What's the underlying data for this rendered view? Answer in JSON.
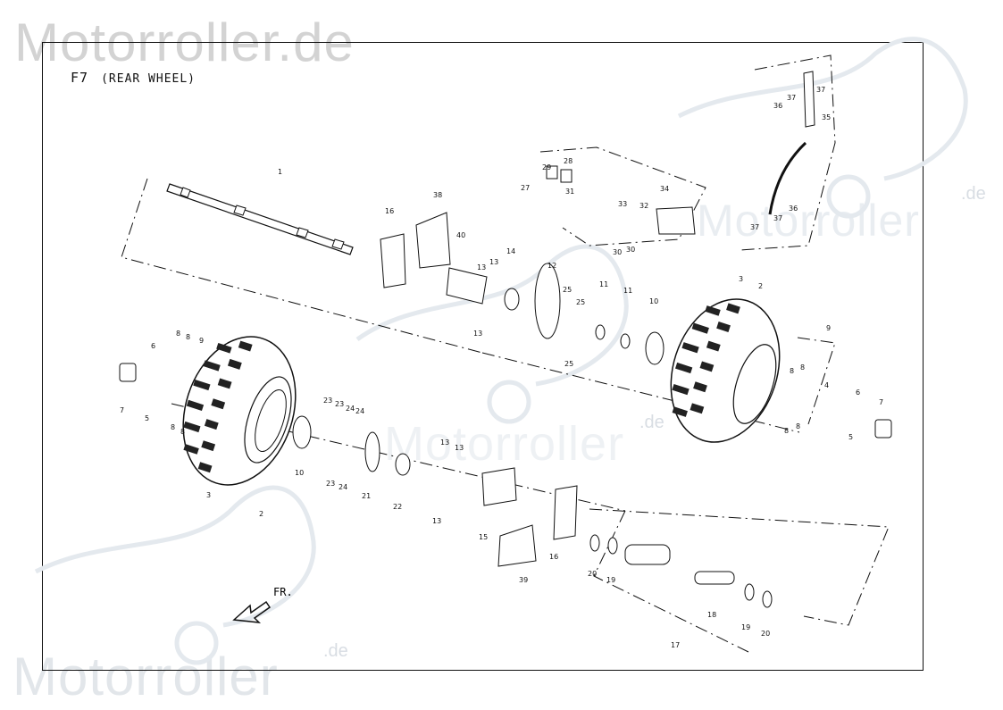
{
  "watermark": {
    "brand": "Motorroller.de",
    "brand_bottom": "Motorroller",
    "suffix": ".de",
    "brand_mid": "Motorroller",
    "brand_right": "Motorroller"
  },
  "diagram": {
    "code": "F7",
    "title": "(REAR WHEEL)",
    "direction": "FR."
  },
  "colors": {
    "line": "#111111",
    "watermark": "#d3d3d3",
    "tire": "#222222"
  },
  "part_labels": [
    {
      "id": "l1",
      "text": "1"
    },
    {
      "id": "l16a",
      "text": "16"
    },
    {
      "id": "l38",
      "text": "38"
    },
    {
      "id": "l40",
      "text": "40"
    },
    {
      "id": "l13a",
      "text": "13"
    },
    {
      "id": "l13b",
      "text": "13"
    },
    {
      "id": "l14",
      "text": "14"
    },
    {
      "id": "l12",
      "text": "12"
    },
    {
      "id": "l25a",
      "text": "25"
    },
    {
      "id": "l25b",
      "text": "25"
    },
    {
      "id": "l25c",
      "text": "25"
    },
    {
      "id": "l13c",
      "text": "13"
    },
    {
      "id": "l11a",
      "text": "11"
    },
    {
      "id": "l11b",
      "text": "11"
    },
    {
      "id": "l10a",
      "text": "10"
    },
    {
      "id": "l3a",
      "text": "3"
    },
    {
      "id": "l2a",
      "text": "2"
    },
    {
      "id": "l9a",
      "text": "9"
    },
    {
      "id": "l8a",
      "text": "8"
    },
    {
      "id": "l8b",
      "text": "8"
    },
    {
      "id": "l4",
      "text": "4"
    },
    {
      "id": "l6a",
      "text": "6"
    },
    {
      "id": "l7a",
      "text": "7"
    },
    {
      "id": "l5a",
      "text": "5"
    },
    {
      "id": "l8c",
      "text": "8"
    },
    {
      "id": "l8d",
      "text": "8"
    },
    {
      "id": "l6b",
      "text": "6"
    },
    {
      "id": "l8e",
      "text": "8"
    },
    {
      "id": "l8f",
      "text": "8"
    },
    {
      "id": "l9b",
      "text": "9"
    },
    {
      "id": "l7b",
      "text": "7"
    },
    {
      "id": "l5b",
      "text": "5"
    },
    {
      "id": "l8g",
      "text": "8"
    },
    {
      "id": "l8h",
      "text": "8"
    },
    {
      "id": "l3b",
      "text": "3"
    },
    {
      "id": "l2b",
      "text": "2"
    },
    {
      "id": "l10b",
      "text": "10"
    },
    {
      "id": "l23a",
      "text": "23"
    },
    {
      "id": "l23b",
      "text": "23"
    },
    {
      "id": "l24a",
      "text": "24"
    },
    {
      "id": "l24b",
      "text": "24"
    },
    {
      "id": "l23c",
      "text": "23"
    },
    {
      "id": "l24c",
      "text": "24"
    },
    {
      "id": "l21",
      "text": "21"
    },
    {
      "id": "l22",
      "text": "22"
    },
    {
      "id": "l13d",
      "text": "13"
    },
    {
      "id": "l13e",
      "text": "13"
    },
    {
      "id": "l13f",
      "text": "13"
    },
    {
      "id": "l15",
      "text": "15"
    },
    {
      "id": "l16b",
      "text": "16"
    },
    {
      "id": "l39",
      "text": "39"
    },
    {
      "id": "l20a",
      "text": "20"
    },
    {
      "id": "l19a",
      "text": "19"
    },
    {
      "id": "l18",
      "text": "18"
    },
    {
      "id": "l19b",
      "text": "19"
    },
    {
      "id": "l20b",
      "text": "20"
    },
    {
      "id": "l17",
      "text": "17"
    },
    {
      "id": "l29",
      "text": "29"
    },
    {
      "id": "l28",
      "text": "28"
    },
    {
      "id": "l27",
      "text": "27"
    },
    {
      "id": "l31",
      "text": "31"
    },
    {
      "id": "l33",
      "text": "33"
    },
    {
      "id": "l32",
      "text": "32"
    },
    {
      "id": "l34",
      "text": "34"
    },
    {
      "id": "l30a",
      "text": "30"
    },
    {
      "id": "l30b",
      "text": "30"
    },
    {
      "id": "l36a",
      "text": "36"
    },
    {
      "id": "l37a",
      "text": "37"
    },
    {
      "id": "l37b",
      "text": "37"
    },
    {
      "id": "l35",
      "text": "35"
    },
    {
      "id": "l37c",
      "text": "37"
    },
    {
      "id": "l36b",
      "text": "36"
    },
    {
      "id": "l37d",
      "text": "37"
    }
  ]
}
